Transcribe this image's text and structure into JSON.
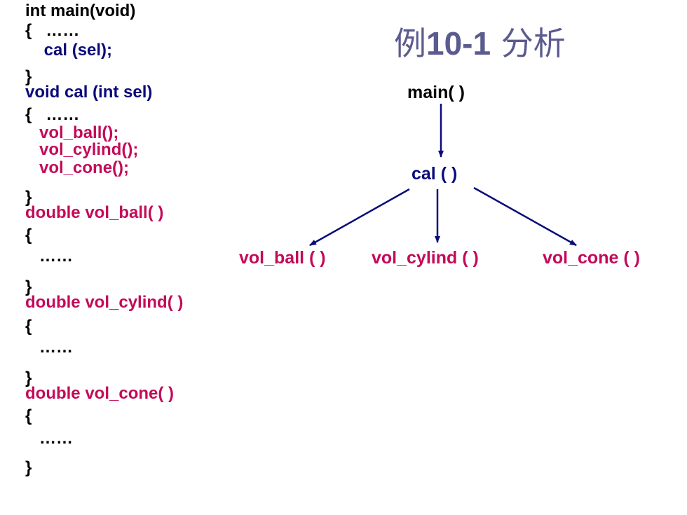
{
  "code": {
    "lines": [
      {
        "text": "int main(void)",
        "color": "#000000"
      },
      {
        "text": "{   ……",
        "color": "#000000"
      },
      {
        "text": "    cal (sel);",
        "color": "#0b0b7a"
      },
      {
        "text": "}",
        "color": "#000000"
      },
      {
        "text": "void cal (int sel)",
        "color": "#0b0b7a"
      },
      {
        "text": "{   ……",
        "color": "#000000"
      },
      {
        "text": "   vol_ball();",
        "color": "#c40a59"
      },
      {
        "text": "   vol_cylind();",
        "color": "#c40a59"
      },
      {
        "text": "   vol_cone();",
        "color": "#c40a59"
      },
      {
        "text": "}",
        "color": "#000000"
      },
      {
        "text": "double vol_ball( )",
        "color": "#c40a59"
      },
      {
        "text": "{",
        "color": "#000000"
      },
      {
        "text": "   ……",
        "color": "#000000"
      },
      {
        "text": "}",
        "color": "#000000"
      },
      {
        "text": "double vol_cylind( )",
        "color": "#c40a59"
      },
      {
        "text": "{",
        "color": "#000000"
      },
      {
        "text": "   ……",
        "color": "#000000"
      },
      {
        "text": "}",
        "color": "#000000"
      },
      {
        "text": "double vol_cone( )",
        "color": "#c40a59"
      },
      {
        "text": "{",
        "color": "#000000"
      },
      {
        "text": "   ……",
        "color": "#000000"
      },
      {
        "text": "}",
        "color": "#000000"
      }
    ]
  },
  "title": {
    "prefix": "例",
    "number": "10-1",
    "suffix": " 分析",
    "color": "#5b5b90"
  },
  "diagram": {
    "nodes": {
      "main": {
        "label": "main( )",
        "color": "#000000"
      },
      "cal": {
        "label": "cal ( )",
        "color": "#0b0b7a"
      },
      "vol_ball": {
        "label": "vol_ball ( )",
        "color": "#c40a59"
      },
      "vol_cylind": {
        "label": "vol_cylind ( )",
        "color": "#c40a59"
      },
      "vol_cone": {
        "label": "vol_cone ( )",
        "color": "#c40a59"
      }
    },
    "edges": [
      {
        "from": "main",
        "to": "cal"
      },
      {
        "from": "cal",
        "to": "vol_ball"
      },
      {
        "from": "cal",
        "to": "vol_cylind"
      },
      {
        "from": "cal",
        "to": "vol_cone"
      }
    ],
    "arrow_color": "#0b0b7a"
  }
}
